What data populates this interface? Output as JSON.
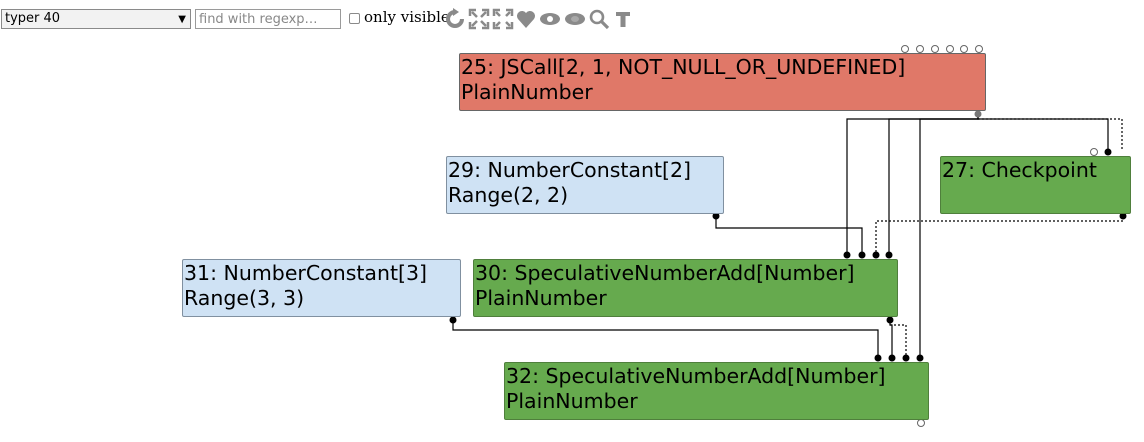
{
  "toolbar": {
    "phase_selected": "typer 40",
    "search_placeholder": "find with regexp…",
    "only_visible_label": "only visible",
    "icons": [
      "layout-icon",
      "show-all-icon",
      "toggle-hide-dead-icon",
      "hide-unselected-icon",
      "hide-selected-icon",
      "zoom-selection-icon",
      "toggle-types-icon"
    ]
  },
  "nodes": [
    {
      "id": "n25",
      "line1": "25: JSCall[2, 1, NOT_NULL_OR_UNDEFINED]",
      "line2": "PlainNumber",
      "color": "#e07868"
    },
    {
      "id": "n29",
      "line1": "29: NumberConstant[2]",
      "line2": "Range(2, 2)",
      "color": "#cfe2f4"
    },
    {
      "id": "n27",
      "line1": "27: Checkpoint",
      "line2": "",
      "color": "#66aa4e"
    },
    {
      "id": "n31",
      "line1": "31: NumberConstant[3]",
      "line2": "Range(3, 3)",
      "color": "#cfe2f4"
    },
    {
      "id": "n30",
      "line1": "30: SpeculativeNumberAdd[Number]",
      "line2": "PlainNumber",
      "color": "#66aa4e"
    },
    {
      "id": "n32",
      "line1": "32: SpeculativeNumberAdd[Number]",
      "line2": "PlainNumber",
      "color": "#66aa4e"
    }
  ]
}
